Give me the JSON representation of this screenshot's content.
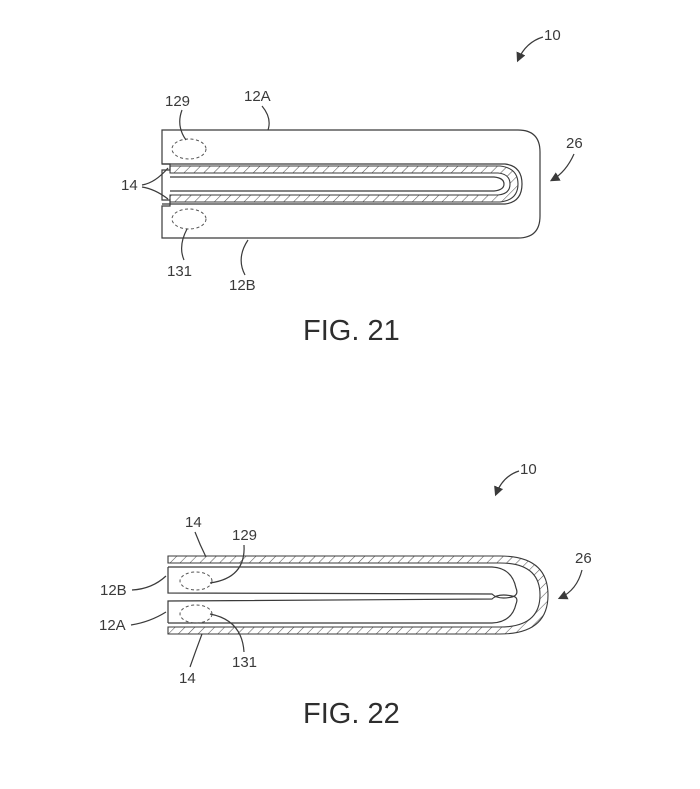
{
  "figures": [
    {
      "caption": "FIG. 21",
      "labels": {
        "device": "10",
        "upper_housing": "12A",
        "lower_housing": "12B",
        "display": "14",
        "hinge": "26",
        "upper_component": "129",
        "lower_component": "131"
      }
    },
    {
      "caption": "FIG. 22",
      "labels": {
        "device": "10",
        "display_top": "14",
        "display_bottom": "14",
        "upper_housing": "12B",
        "lower_housing": "12A",
        "upper_component": "129",
        "lower_component": "131",
        "hinge": "26"
      }
    }
  ]
}
